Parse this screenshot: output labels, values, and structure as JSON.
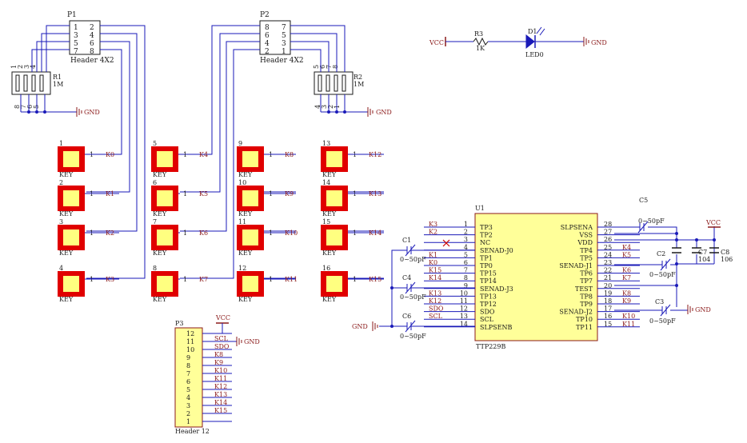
{
  "colors": {
    "wire": "#1a1ab8",
    "component": "#8b1a1a",
    "text": "#1a1a1a",
    "net": "#8b1a1a",
    "key_outer": "#e00000",
    "key_fill": "#ffff80",
    "ic_fill": "#ffff99",
    "led": "#1a1ab8",
    "nc_mark": "#cc0000"
  },
  "p1": {
    "ref": "P1",
    "name": "Header 4X2",
    "left_pins": [
      "1",
      "3",
      "5",
      "7"
    ],
    "right_pins": [
      "2",
      "4",
      "6",
      "8"
    ]
  },
  "p2": {
    "ref": "P2",
    "name": "Header 4X2",
    "left_pins": [
      "8",
      "6",
      "4",
      "2"
    ],
    "right_pins": [
      "7",
      "5",
      "3",
      "1"
    ]
  },
  "r1": {
    "ref": "R1",
    "value": "1M",
    "top_pins": [
      "1",
      "2",
      "3",
      "4"
    ],
    "bottom_pins": [
      "8",
      "7",
      "6",
      "5"
    ]
  },
  "r2": {
    "ref": "R2",
    "value": "1M",
    "top_pins": [
      "5",
      "6",
      "7",
      "8"
    ],
    "bottom_pins": [
      "4",
      "3",
      "2",
      "1"
    ]
  },
  "gnd_label": "GND",
  "vcc_label": "VCC",
  "led_circuit": {
    "r_ref": "R3",
    "r_value": "1K",
    "d_ref": "D1",
    "d_value": "LED0"
  },
  "keys": [
    {
      "num": "1",
      "pin": "1",
      "net": "K0",
      "label": "KEY"
    },
    {
      "num": "2",
      "pin": "1",
      "net": "K1",
      "label": "KEY"
    },
    {
      "num": "3",
      "pin": "1",
      "net": "K2",
      "label": "KEY"
    },
    {
      "num": "4",
      "pin": "1",
      "net": "K3",
      "label": "KEY"
    },
    {
      "num": "5",
      "pin": "1",
      "net": "K4",
      "label": "KEY"
    },
    {
      "num": "6",
      "pin": "1",
      "net": "K5",
      "label": "KEY"
    },
    {
      "num": "7",
      "pin": "1",
      "net": "K6",
      "label": "KEY"
    },
    {
      "num": "8",
      "pin": "1",
      "net": "K7",
      "label": "KEY"
    },
    {
      "num": "9",
      "pin": "1",
      "net": "K8",
      "label": "KEY"
    },
    {
      "num": "10",
      "pin": "1",
      "net": "K9",
      "label": "KEY"
    },
    {
      "num": "11",
      "pin": "1",
      "net": "K10",
      "label": "KEY"
    },
    {
      "num": "12",
      "pin": "1",
      "net": "K11",
      "label": "KEY"
    },
    {
      "num": "13",
      "pin": "1",
      "net": "K12",
      "label": "KEY"
    },
    {
      "num": "14",
      "pin": "1",
      "net": "K13",
      "label": "KEY"
    },
    {
      "num": "15",
      "pin": "1",
      "net": "K14",
      "label": "KEY"
    },
    {
      "num": "16",
      "pin": "1",
      "net": "K15",
      "label": "KEY"
    }
  ],
  "p3": {
    "ref": "P3",
    "name": "Header 12",
    "pins": [
      "12",
      "11",
      "10",
      "9",
      "8",
      "7",
      "6",
      "5",
      "4",
      "3",
      "2",
      "1"
    ],
    "nets": [
      "",
      "SCL",
      "SDO",
      "K8",
      "K9",
      "K10",
      "K11",
      "K12",
      "K13",
      "K14",
      "K15",
      ""
    ]
  },
  "u1": {
    "ref": "U1",
    "part": "TTP229B",
    "left_pins": [
      {
        "num": "1",
        "name": "TP3",
        "net": "K3"
      },
      {
        "num": "2",
        "name": "TP2",
        "net": "K2"
      },
      {
        "num": "3",
        "name": "NC",
        "net": ""
      },
      {
        "num": "4",
        "name": "SENAD-J0",
        "net": ""
      },
      {
        "num": "5",
        "name": "TP1",
        "net": "K1"
      },
      {
        "num": "6",
        "name": "TP0",
        "net": "K0"
      },
      {
        "num": "7",
        "name": "TP15",
        "net": "K15"
      },
      {
        "num": "8",
        "name": "TP14",
        "net": "K14"
      },
      {
        "num": "9",
        "name": "SENAD-J3",
        "net": ""
      },
      {
        "num": "10",
        "name": "TP13",
        "net": "K13"
      },
      {
        "num": "11",
        "name": "TP12",
        "net": "K12"
      },
      {
        "num": "12",
        "name": "SDO",
        "net": "SDO"
      },
      {
        "num": "13",
        "name": "SCL",
        "net": "SCL"
      },
      {
        "num": "14",
        "name": "SLPSENB",
        "net": ""
      }
    ],
    "right_pins": [
      {
        "num": "28",
        "name": "SLPSENA",
        "net": ""
      },
      {
        "num": "27",
        "name": "VSS",
        "net": ""
      },
      {
        "num": "26",
        "name": "VDD",
        "net": ""
      },
      {
        "num": "25",
        "name": "TP4",
        "net": "K4"
      },
      {
        "num": "24",
        "name": "TP5",
        "net": "K5"
      },
      {
        "num": "23",
        "name": "SENAD-J1",
        "net": ""
      },
      {
        "num": "22",
        "name": "TP6",
        "net": "K6"
      },
      {
        "num": "21",
        "name": "TP7",
        "net": "K7"
      },
      {
        "num": "20",
        "name": "TEST",
        "net": ""
      },
      {
        "num": "19",
        "name": "TP8",
        "net": "K8"
      },
      {
        "num": "18",
        "name": "TP9",
        "net": "K9"
      },
      {
        "num": "17",
        "name": "SENAD-J2",
        "net": ""
      },
      {
        "num": "16",
        "name": "TP10",
        "net": "K10"
      },
      {
        "num": "15",
        "name": "TP11",
        "net": "K11"
      }
    ]
  },
  "caps": {
    "c1": {
      "ref": "C1",
      "value": "0~50pF"
    },
    "c4": {
      "ref": "C4",
      "value": "0~50pF"
    },
    "c6": {
      "ref": "C6",
      "value": "0~50pF"
    },
    "c5": {
      "ref": "C5",
      "value": "0~50pF"
    },
    "c2": {
      "ref": "C2",
      "value": "0~50pF"
    },
    "c3": {
      "ref": "C3",
      "value": "0~50pF"
    },
    "c7": {
      "ref": "C7",
      "value": "104"
    },
    "c8": {
      "ref": "C8",
      "value": "106"
    }
  }
}
